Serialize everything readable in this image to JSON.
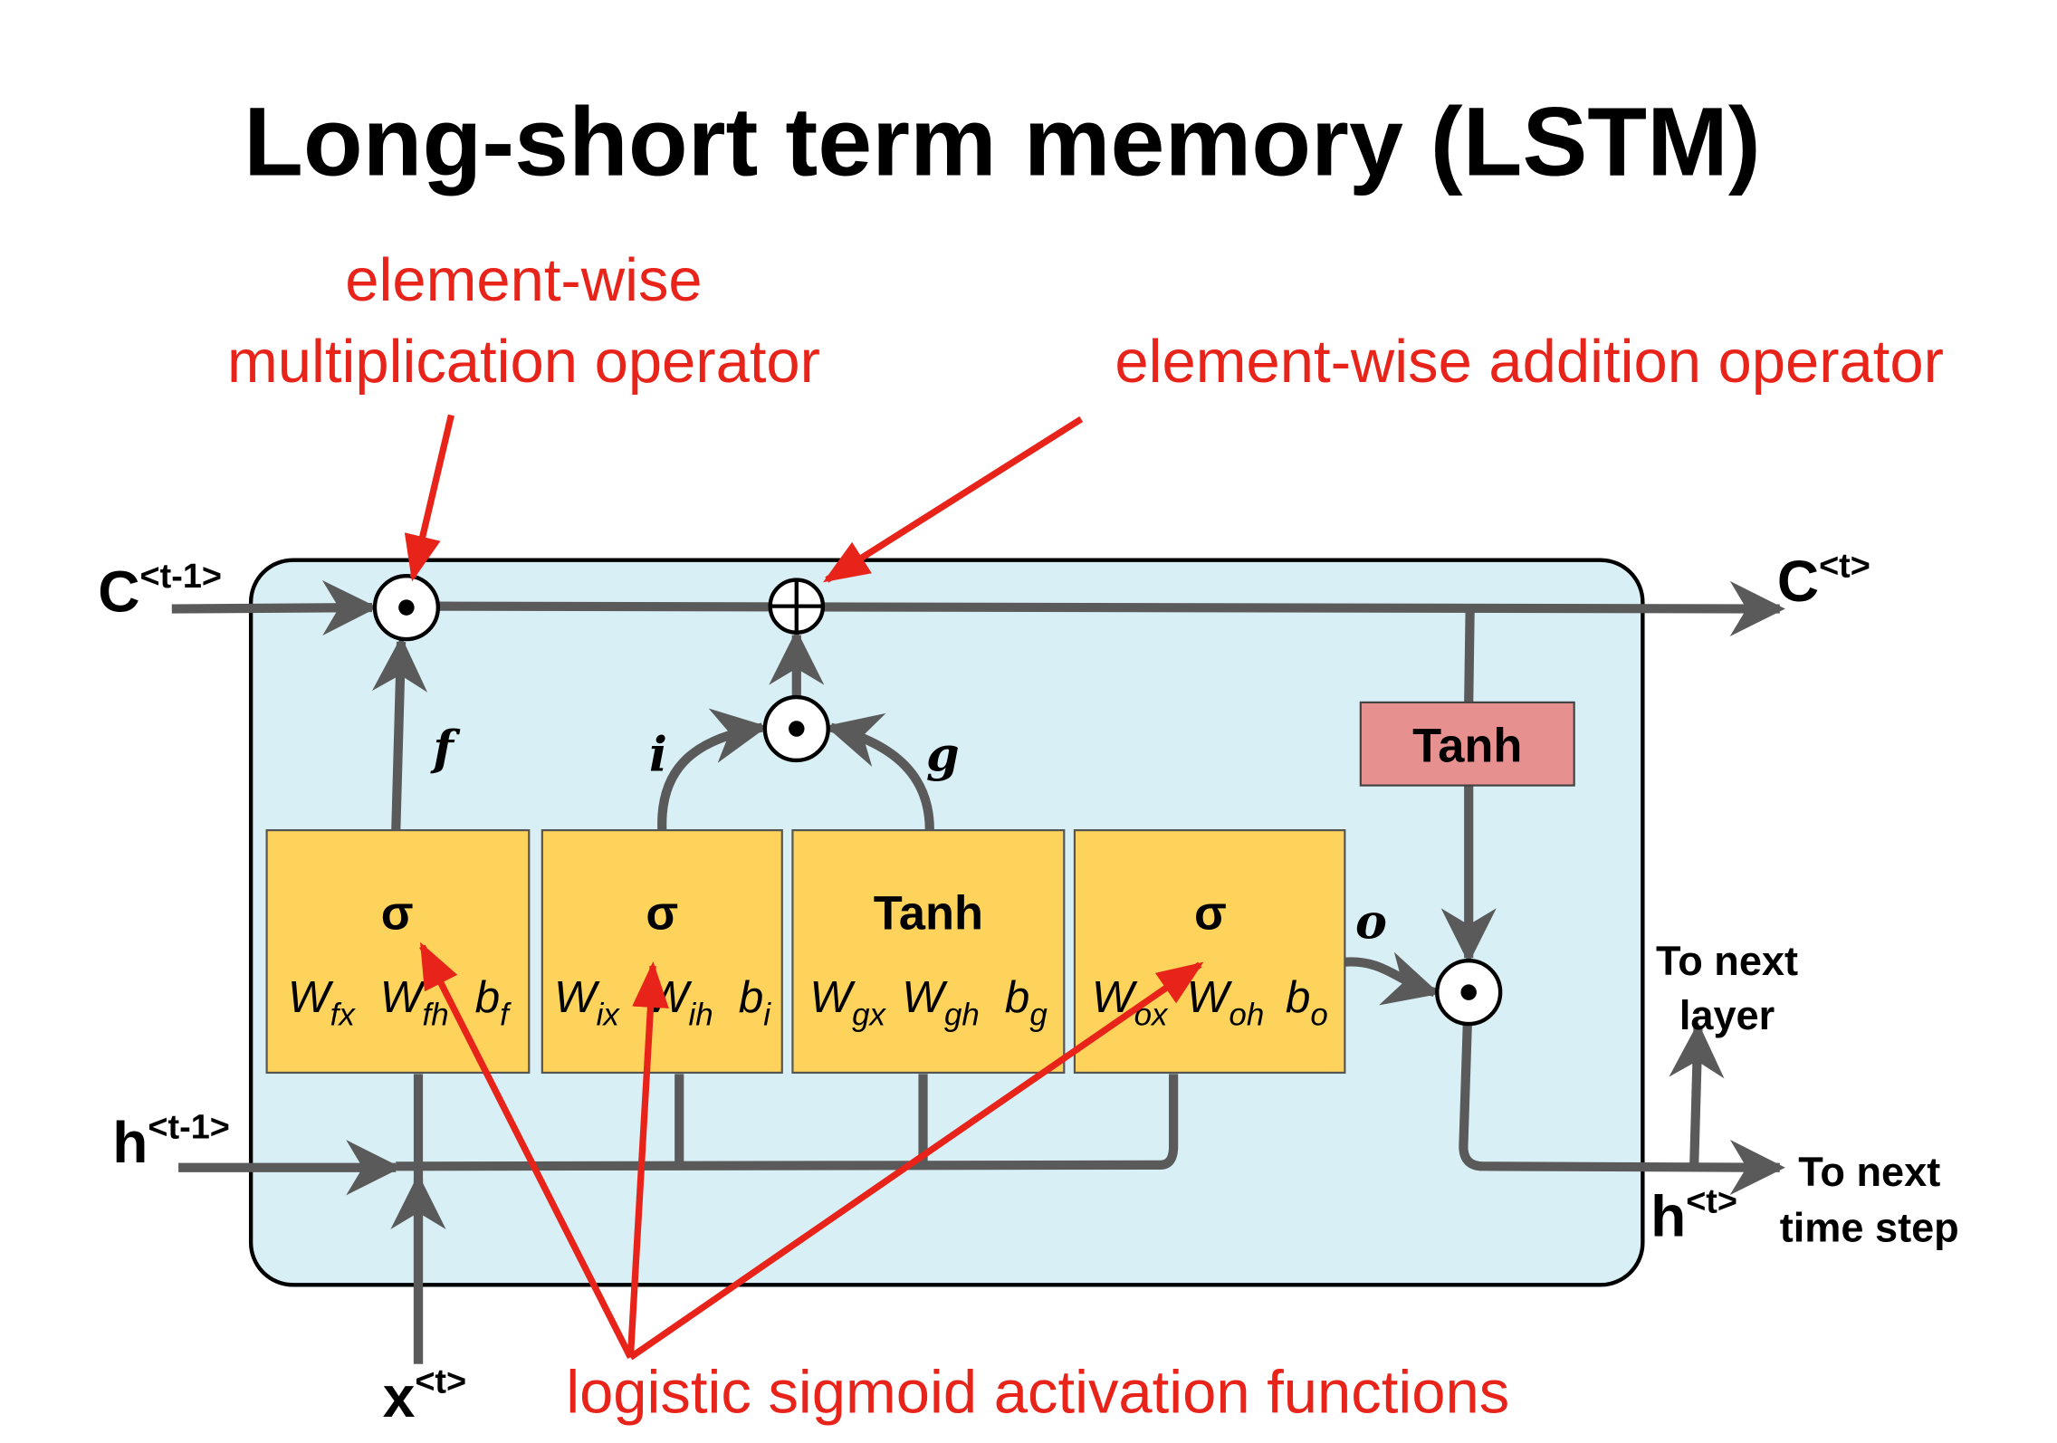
{
  "title": "Long-short term memory (LSTM)",
  "annotations": {
    "multiplication": [
      "element-wise",
      "multiplication operator"
    ],
    "addition": "element-wise addition operator",
    "sigmoid": "logistic sigmoid activation functions"
  },
  "inputs": {
    "cell_prev": {
      "base": "C",
      "sup": "<t-1>"
    },
    "hidden_prev": {
      "base": "h",
      "sup": "<t-1>"
    },
    "x": {
      "base": "x",
      "sup": "<t>"
    }
  },
  "outputs": {
    "cell": {
      "base": "C",
      "sup": "<t>"
    },
    "hidden": {
      "base": "h",
      "sup": "<t>"
    },
    "next_layer": [
      "To next",
      "layer"
    ],
    "next_step": [
      "To next",
      "time step"
    ]
  },
  "gates": [
    {
      "symbol": "σ",
      "output": "f",
      "params": [
        {
          "base": "W",
          "sub": "fx"
        },
        {
          "base": "W",
          "sub": "fh"
        },
        {
          "base": "b",
          "sub": "f"
        }
      ]
    },
    {
      "symbol": "σ",
      "output": "i",
      "params": [
        {
          "base": "W",
          "sub": "ix"
        },
        {
          "base": "W",
          "sub": "ih"
        },
        {
          "base": "b",
          "sub": "i"
        }
      ]
    },
    {
      "symbol": "Tanh",
      "output": "g",
      "params": [
        {
          "base": "W",
          "sub": "gx"
        },
        {
          "base": "W",
          "sub": "gh"
        },
        {
          "base": "b",
          "sub": "g"
        }
      ]
    },
    {
      "symbol": "σ",
      "output": "o",
      "params": [
        {
          "base": "W",
          "sub": "ox"
        },
        {
          "base": "W",
          "sub": "oh"
        },
        {
          "base": "b",
          "sub": "o"
        }
      ]
    }
  ],
  "cell_activation": "Tanh",
  "colors": {
    "cell_background": "#d8eff5",
    "gate_fill": "#fdd35c",
    "tanh_fill": "#e79090",
    "annotation": "#e8231a",
    "wire": "#5a5a5a"
  }
}
